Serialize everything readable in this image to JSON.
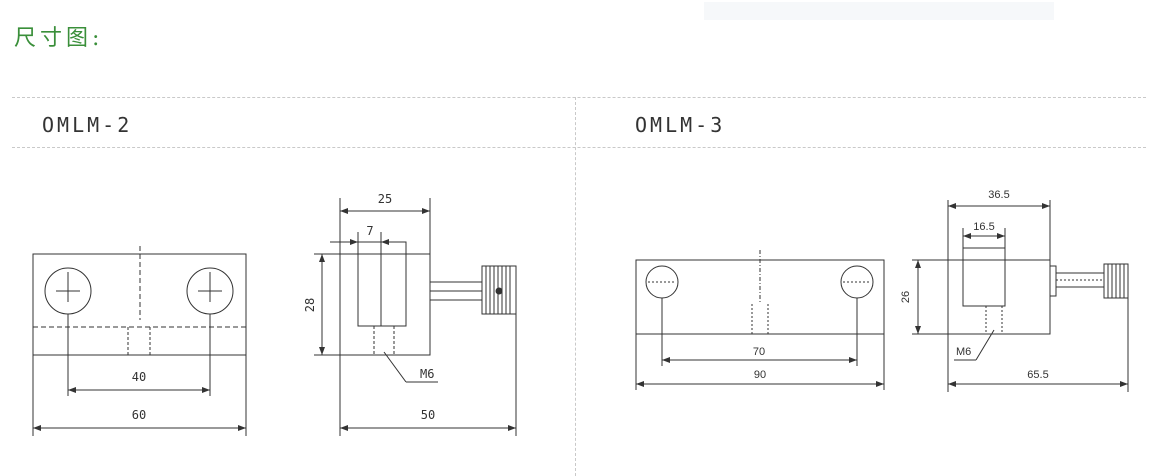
{
  "header": {
    "title": "尺寸图:"
  },
  "sections": [
    {
      "model": "OMLM-2",
      "dims": {
        "w40": "40",
        "w60": "60",
        "w25": "25",
        "w7": "7",
        "h28": "28",
        "w50": "50",
        "thread": "M6"
      }
    },
    {
      "model": "OMLM-3",
      "dims": {
        "w70": "70",
        "w90": "90",
        "w36_5": "36.5",
        "w16_5": "16.5",
        "h26": "26",
        "w65_5": "65.5",
        "thread": "M6"
      }
    }
  ]
}
